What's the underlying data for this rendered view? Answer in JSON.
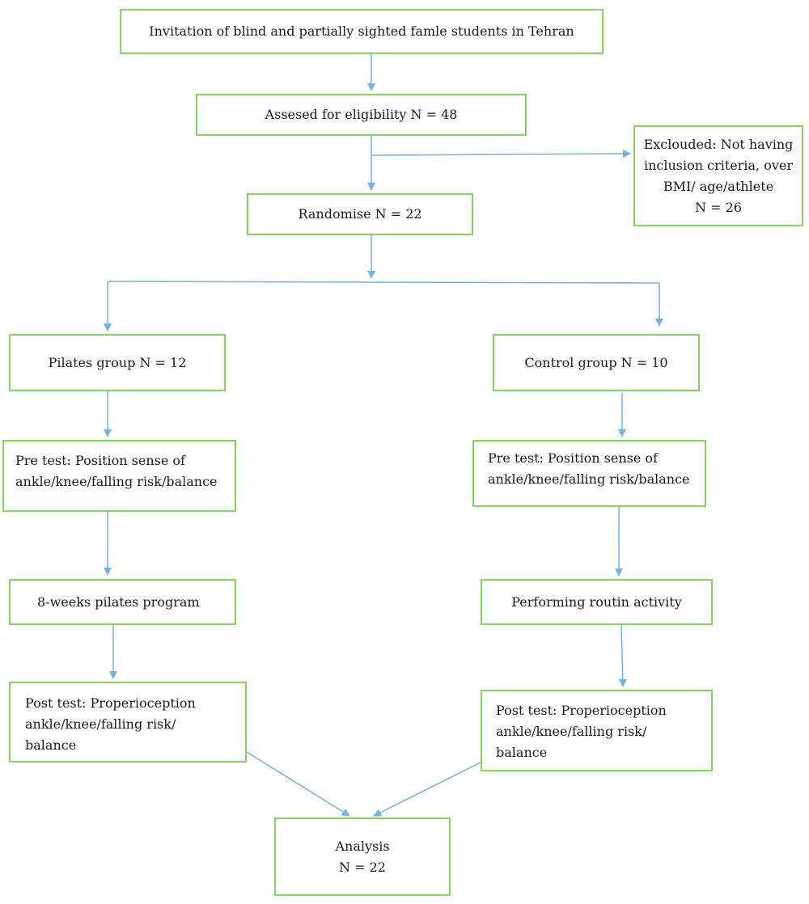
{
  "line_color": "#6db3e8",
  "border_color": "#7ed957",
  "boxes": {
    "invitation": "Invitation of blind and partially sighted famle students in Tehran",
    "eligibility": "Assesed for eligibility N = 48",
    "excluded": "Exclouded: Not having\ninclusion criteria, over\nBMI/ age/athlete\nN = 26",
    "randomise": "Randomise N = 22",
    "pilates_group": "Pilates group N = 12",
    "control_group": "Control group N = 10",
    "pilates_pretest": "Pre test: Position sense of\nankle/knee/falling risk/balance",
    "control_pretest": "Pre test: Position sense of\nankle/knee/falling risk/balance",
    "pilates_program": "8-weeks pilates program",
    "routine_activity": "Performing routin activity",
    "pilates_posttest": "Post test: Properioception\nankle/knee/falling risk/\nbalance",
    "control_posttest": "Post test: Properioception\nankle/knee/falling risk/\nbalance",
    "analysis": "Analysis\nN = 22"
  }
}
